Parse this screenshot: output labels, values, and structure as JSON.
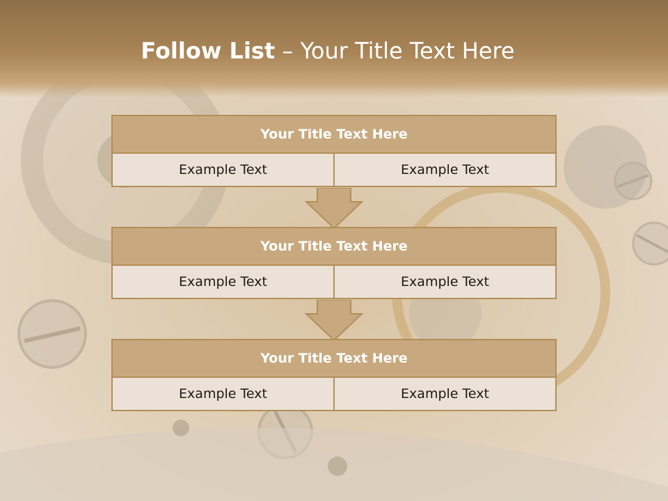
{
  "slide": {
    "title_bold": "Follow List",
    "title_rest": " – Your Title Text Here"
  },
  "steps": [
    {
      "title": "Your Title Text Here",
      "left": "Example Text",
      "right": "Example Text"
    },
    {
      "title": "Your Title Text Here",
      "left": "Example Text",
      "right": "Example Text"
    },
    {
      "title": "Your Title Text Here",
      "left": "Example Text",
      "right": "Example Text"
    }
  ],
  "colors": {
    "header_brown": "#a98557",
    "block_head": "#c8a97f",
    "block_border": "#b28e58",
    "cell_fill": "#ebe1d7"
  }
}
